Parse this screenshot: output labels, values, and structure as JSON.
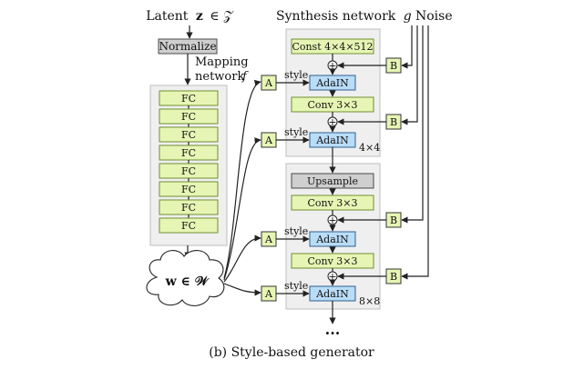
{
  "latent": {
    "prefix": "Latent",
    "z": "z",
    "rest": "∈ 𝒵"
  },
  "normalize": "Normalize",
  "mapping": {
    "line1": "Mapping",
    "line2": "network",
    "f": "f"
  },
  "fc_label": "FC",
  "fc_count": 8,
  "w_label": "w ∈ 𝒲",
  "synthesis": {
    "title": "Synthesis network",
    "g": "g"
  },
  "noise": "Noise",
  "const": "Const 4×4×512",
  "conv": "Conv 3×3",
  "adain": "AdaIN",
  "upsample": "Upsample",
  "style": "style",
  "a": "A",
  "b": "B",
  "plus": "+",
  "res1": "4×4",
  "res2": "8×8",
  "dots": "···",
  "caption": "(b) Style-based generator"
}
